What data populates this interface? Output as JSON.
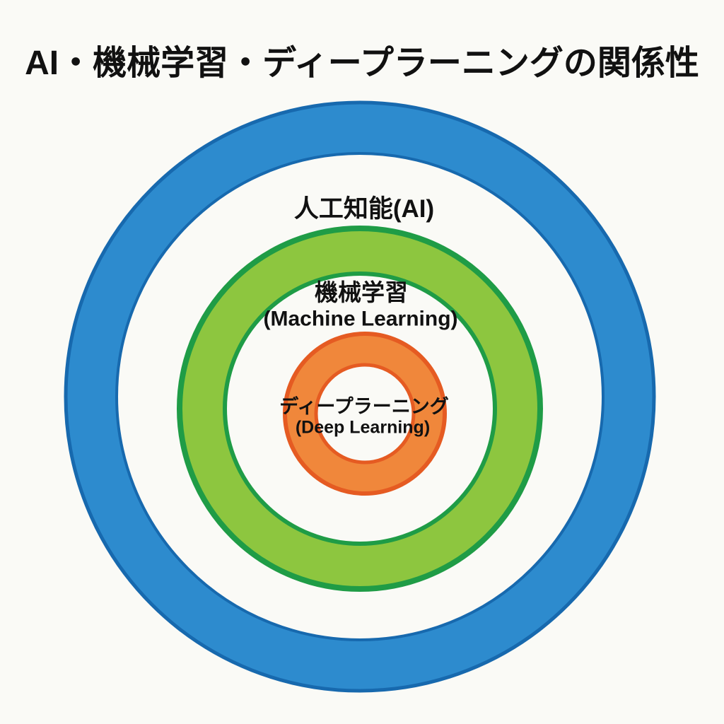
{
  "title": "AI・機械学習・ディープラーニングの関係性",
  "colors": {
    "background": "#FAFAF6",
    "text": "#111111"
  },
  "diagram": {
    "type": "nested-circles",
    "description_visible": false,
    "rings": [
      {
        "name": "artificial-intelligence",
        "label_ja": "人工知能(AI)",
        "label_en": "",
        "fill": "#2D8BCE",
        "edge": "#1769AE"
      },
      {
        "name": "machine-learning",
        "label_ja": "機械学習",
        "label_en": "(Machine Learning)",
        "fill": "#8DC63F",
        "edge": "#1F9C46"
      },
      {
        "name": "deep-learning",
        "label_ja": "ディープラーニング",
        "label_en": "(Deep Learning)",
        "fill": "#F0873B",
        "edge": "#E55B22"
      }
    ]
  }
}
